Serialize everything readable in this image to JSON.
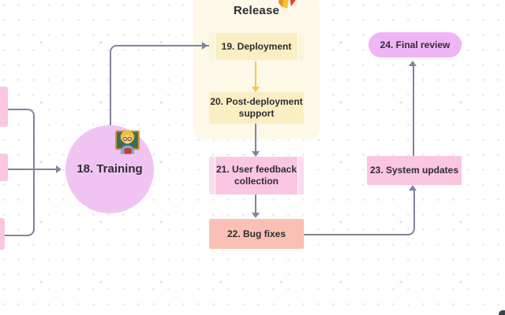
{
  "app": {
    "surface": "whiteboard-flowchart-canvas"
  },
  "frame": {
    "title": "Release",
    "icon": "rocket-emoji",
    "bg": "#FDF8E8"
  },
  "nodes": {
    "n18": {
      "label": "18. Training",
      "shape": "circle",
      "fill": "#F0C4F2",
      "icon": "woman-teacher-emoji"
    },
    "n19": {
      "label": "19. Deployment",
      "shape": "card",
      "fill": "#F9EFC2",
      "stripe": "#FBF5D9"
    },
    "n20": {
      "label": "20. Post-deployment\nsupport",
      "shape": "rect",
      "fill": "#F9EFC2"
    },
    "n21": {
      "label": "21. User feedback\ncollection",
      "shape": "card",
      "fill": "#FAC6E1",
      "stripe": "#FBDCEE"
    },
    "n22": {
      "label": "22. Bug fixes",
      "shape": "rect",
      "fill": "#FBC0B4"
    },
    "n23": {
      "label": "23. System updates",
      "shape": "rect",
      "fill": "#FAC6E1"
    },
    "n24": {
      "label": "24. Final review",
      "shape": "pill",
      "fill": "#F0B5F5"
    }
  },
  "stubs": {
    "fill": "#FAC6E1"
  },
  "edges": [
    {
      "from": "stub-top",
      "to": "merge-junction",
      "color": "#83839B"
    },
    {
      "from": "stub-middle",
      "to": "n18",
      "color": "#83839B",
      "arrowhead": "right"
    },
    {
      "from": "stub-bottom",
      "to": "merge-junction",
      "color": "#83839B"
    },
    {
      "from": "n18",
      "to": "n19",
      "color": "#83839B",
      "arrowhead": "right"
    },
    {
      "from": "n19",
      "to": "n20",
      "color": "#F8C846",
      "arrowhead": "down"
    },
    {
      "from": "n20",
      "to": "n21",
      "color": "#83839B",
      "arrowhead": "down"
    },
    {
      "from": "n21",
      "to": "n22",
      "color": "#83839B",
      "arrowhead": "down"
    },
    {
      "from": "n22",
      "to": "n23",
      "color": "#83839B",
      "arrowhead": "up"
    },
    {
      "from": "n23",
      "to": "n24",
      "color": "#83839B",
      "arrowhead": "up"
    }
  ],
  "colors": {
    "connector": "#83839B",
    "connector_accent": "#F8C846",
    "text": "#2d2d32",
    "dot_grid": "#e2e2e6",
    "corner_widget": "#3A4552"
  }
}
